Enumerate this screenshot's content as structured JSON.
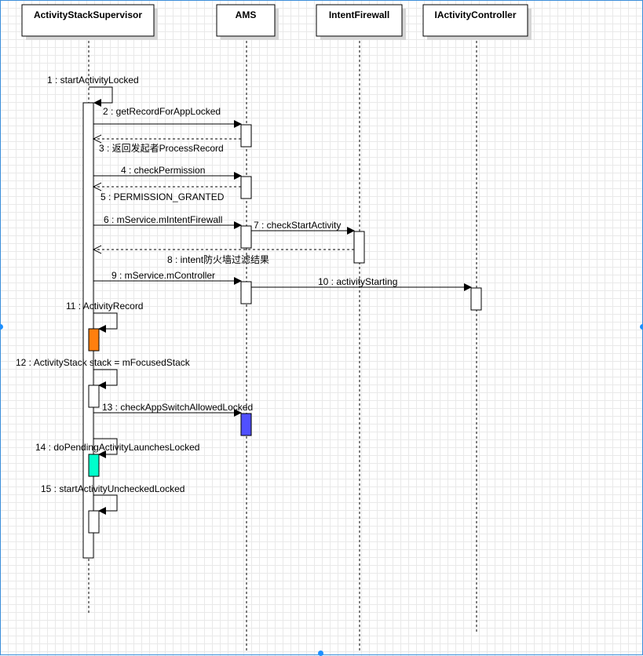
{
  "participants": [
    {
      "id": "ass",
      "name": "ActivityStackSupervisor"
    },
    {
      "id": "ams",
      "name": "AMS"
    },
    {
      "id": "ifw",
      "name": "IntentFirewall"
    },
    {
      "id": "iac",
      "name": "IActivityController"
    }
  ],
  "messages": [
    {
      "n": 1,
      "label": "1 : startActivityLocked",
      "from": "ass",
      "to": "ass",
      "kind": "self"
    },
    {
      "n": 2,
      "label": "2 : getRecordForAppLocked",
      "from": "ass",
      "to": "ams",
      "kind": "call"
    },
    {
      "n": 3,
      "label": "3 : 返回发起者ProcessRecord",
      "from": "ams",
      "to": "ass",
      "kind": "return"
    },
    {
      "n": 4,
      "label": "4 : checkPermission",
      "from": "ass",
      "to": "ams",
      "kind": "call"
    },
    {
      "n": 5,
      "label": "5 : PERMISSION_GRANTED",
      "from": "ams",
      "to": "ass",
      "kind": "return"
    },
    {
      "n": 6,
      "label": "6 : mService.mIntentFirewall",
      "from": "ass",
      "to": "ams",
      "kind": "call"
    },
    {
      "n": 7,
      "label": "7 : checkStartActivity",
      "from": "ams",
      "to": "ifw",
      "kind": "call"
    },
    {
      "n": 8,
      "label": "8 : intent防火墙过滤结果",
      "from": "ifw",
      "to": "ass",
      "kind": "return"
    },
    {
      "n": 9,
      "label": "9 : mService.mController",
      "from": "ass",
      "to": "ams",
      "kind": "call"
    },
    {
      "n": 10,
      "label": "10 : activityStarting",
      "from": "ams",
      "to": "iac",
      "kind": "call"
    },
    {
      "n": 11,
      "label": "11 : ActivityRecord",
      "from": "ass",
      "to": "ass",
      "kind": "self"
    },
    {
      "n": 12,
      "label": "12 : ActivityStack stack = mFocusedStack",
      "from": "ass",
      "to": "ass",
      "kind": "self"
    },
    {
      "n": 13,
      "label": "13 : checkAppSwitchAllowedLocked",
      "from": "ass",
      "to": "ams",
      "kind": "call"
    },
    {
      "n": 14,
      "label": "14 : doPendingActivityLaunchesLocked",
      "from": "ass",
      "to": "ass",
      "kind": "self"
    },
    {
      "n": 15,
      "label": "15 : startActivityUncheckedLocked",
      "from": "ass",
      "to": "ass",
      "kind": "self"
    }
  ],
  "colors": {
    "lifeline": "#000000",
    "activation": "#ffffff",
    "act_11": "#ff7f0e",
    "act_13": "#5050ff",
    "act_14": "#00ffcc",
    "frame": "#3b8ed9",
    "handle": "#1e90ff"
  }
}
